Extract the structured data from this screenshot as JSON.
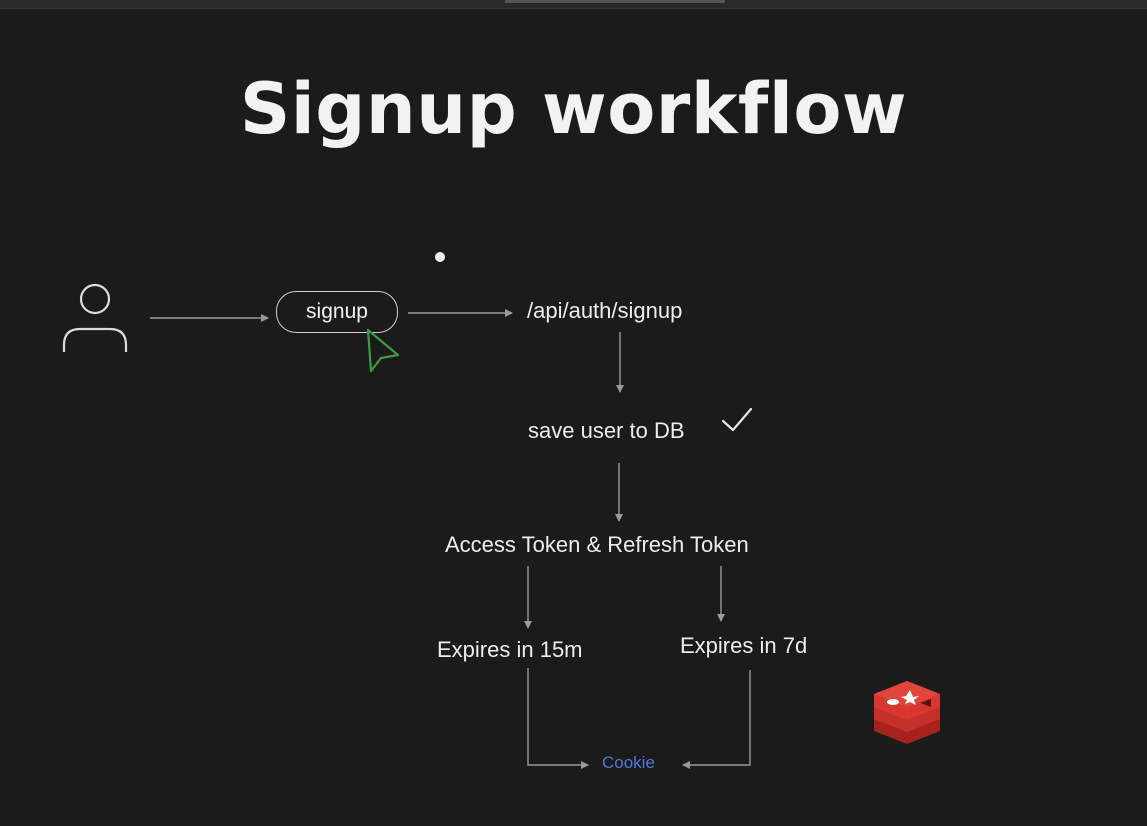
{
  "diagram": {
    "title": "Signup workflow",
    "nodes": {
      "signup_button": "signup",
      "endpoint": "/api/auth/signup",
      "save_user": "save user to DB",
      "tokens": "Access Token & Refresh Token",
      "access_expiry": "Expires in 15m",
      "refresh_expiry": "Expires in 7d",
      "cookie": "Cookie"
    },
    "icons": {
      "user": "user-icon",
      "cursor": "mouse-pointer-icon",
      "check": "checkmark-icon",
      "redis": "redis-logo-icon"
    },
    "colors": {
      "background": "#1b1b1b",
      "text": "#ededed",
      "connector": "#9a9a9a",
      "cursor": "#3f9a45",
      "cookie": "#4d7ad8",
      "redis": "#c6302b"
    }
  }
}
